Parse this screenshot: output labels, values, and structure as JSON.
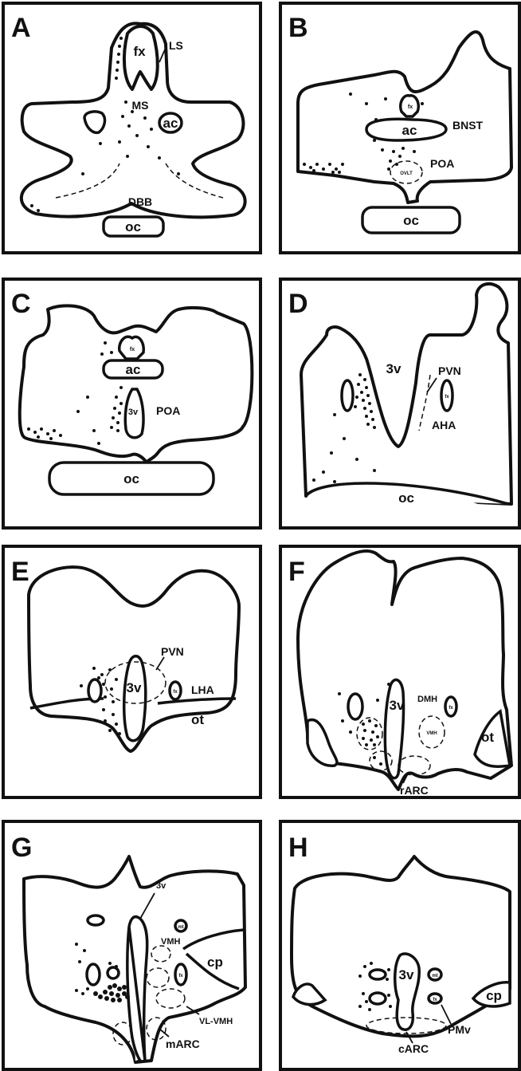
{
  "panels": {
    "A": {
      "letter": "A",
      "labels": {
        "fx": "fx",
        "ls": "LS",
        "ms": "MS",
        "ac": "ac",
        "dbb": "DBB",
        "oc": "oc"
      }
    },
    "B": {
      "letter": "B",
      "labels": {
        "fx": "fx",
        "ac": "ac",
        "bnst": "BNST",
        "ovlt": "OVLT",
        "poa": "POA",
        "oc": "oc"
      }
    },
    "C": {
      "letter": "C",
      "labels": {
        "fx": "fx",
        "ac": "ac",
        "v3": "3v",
        "poa": "POA",
        "oc": "oc"
      }
    },
    "D": {
      "letter": "D",
      "labels": {
        "v3": "3v",
        "pvn": "PVN",
        "fx": "fx",
        "aha": "AHA",
        "oc": "oc"
      }
    },
    "E": {
      "letter": "E",
      "labels": {
        "pvn": "PVN",
        "v3": "3v",
        "fx": "fx",
        "lha": "LHA",
        "ot": "ot"
      }
    },
    "F": {
      "letter": "F",
      "labels": {
        "v3": "3v",
        "dmh": "DMH",
        "fx": "fx",
        "vmh": "VMH",
        "ot": "ot",
        "rarc": "rARC"
      }
    },
    "G": {
      "letter": "G",
      "labels": {
        "v3": "3v",
        "mt": "mt",
        "vmh": "VMH",
        "fx": "fx",
        "cp": "cp",
        "vlvmh": "VL-VMH",
        "marc": "mARC"
      }
    },
    "H": {
      "letter": "H",
      "labels": {
        "v3": "3v",
        "mt": "mt",
        "fx": "fx",
        "cp": "cp",
        "pmv": "PMv",
        "carc": "cARC"
      }
    }
  }
}
